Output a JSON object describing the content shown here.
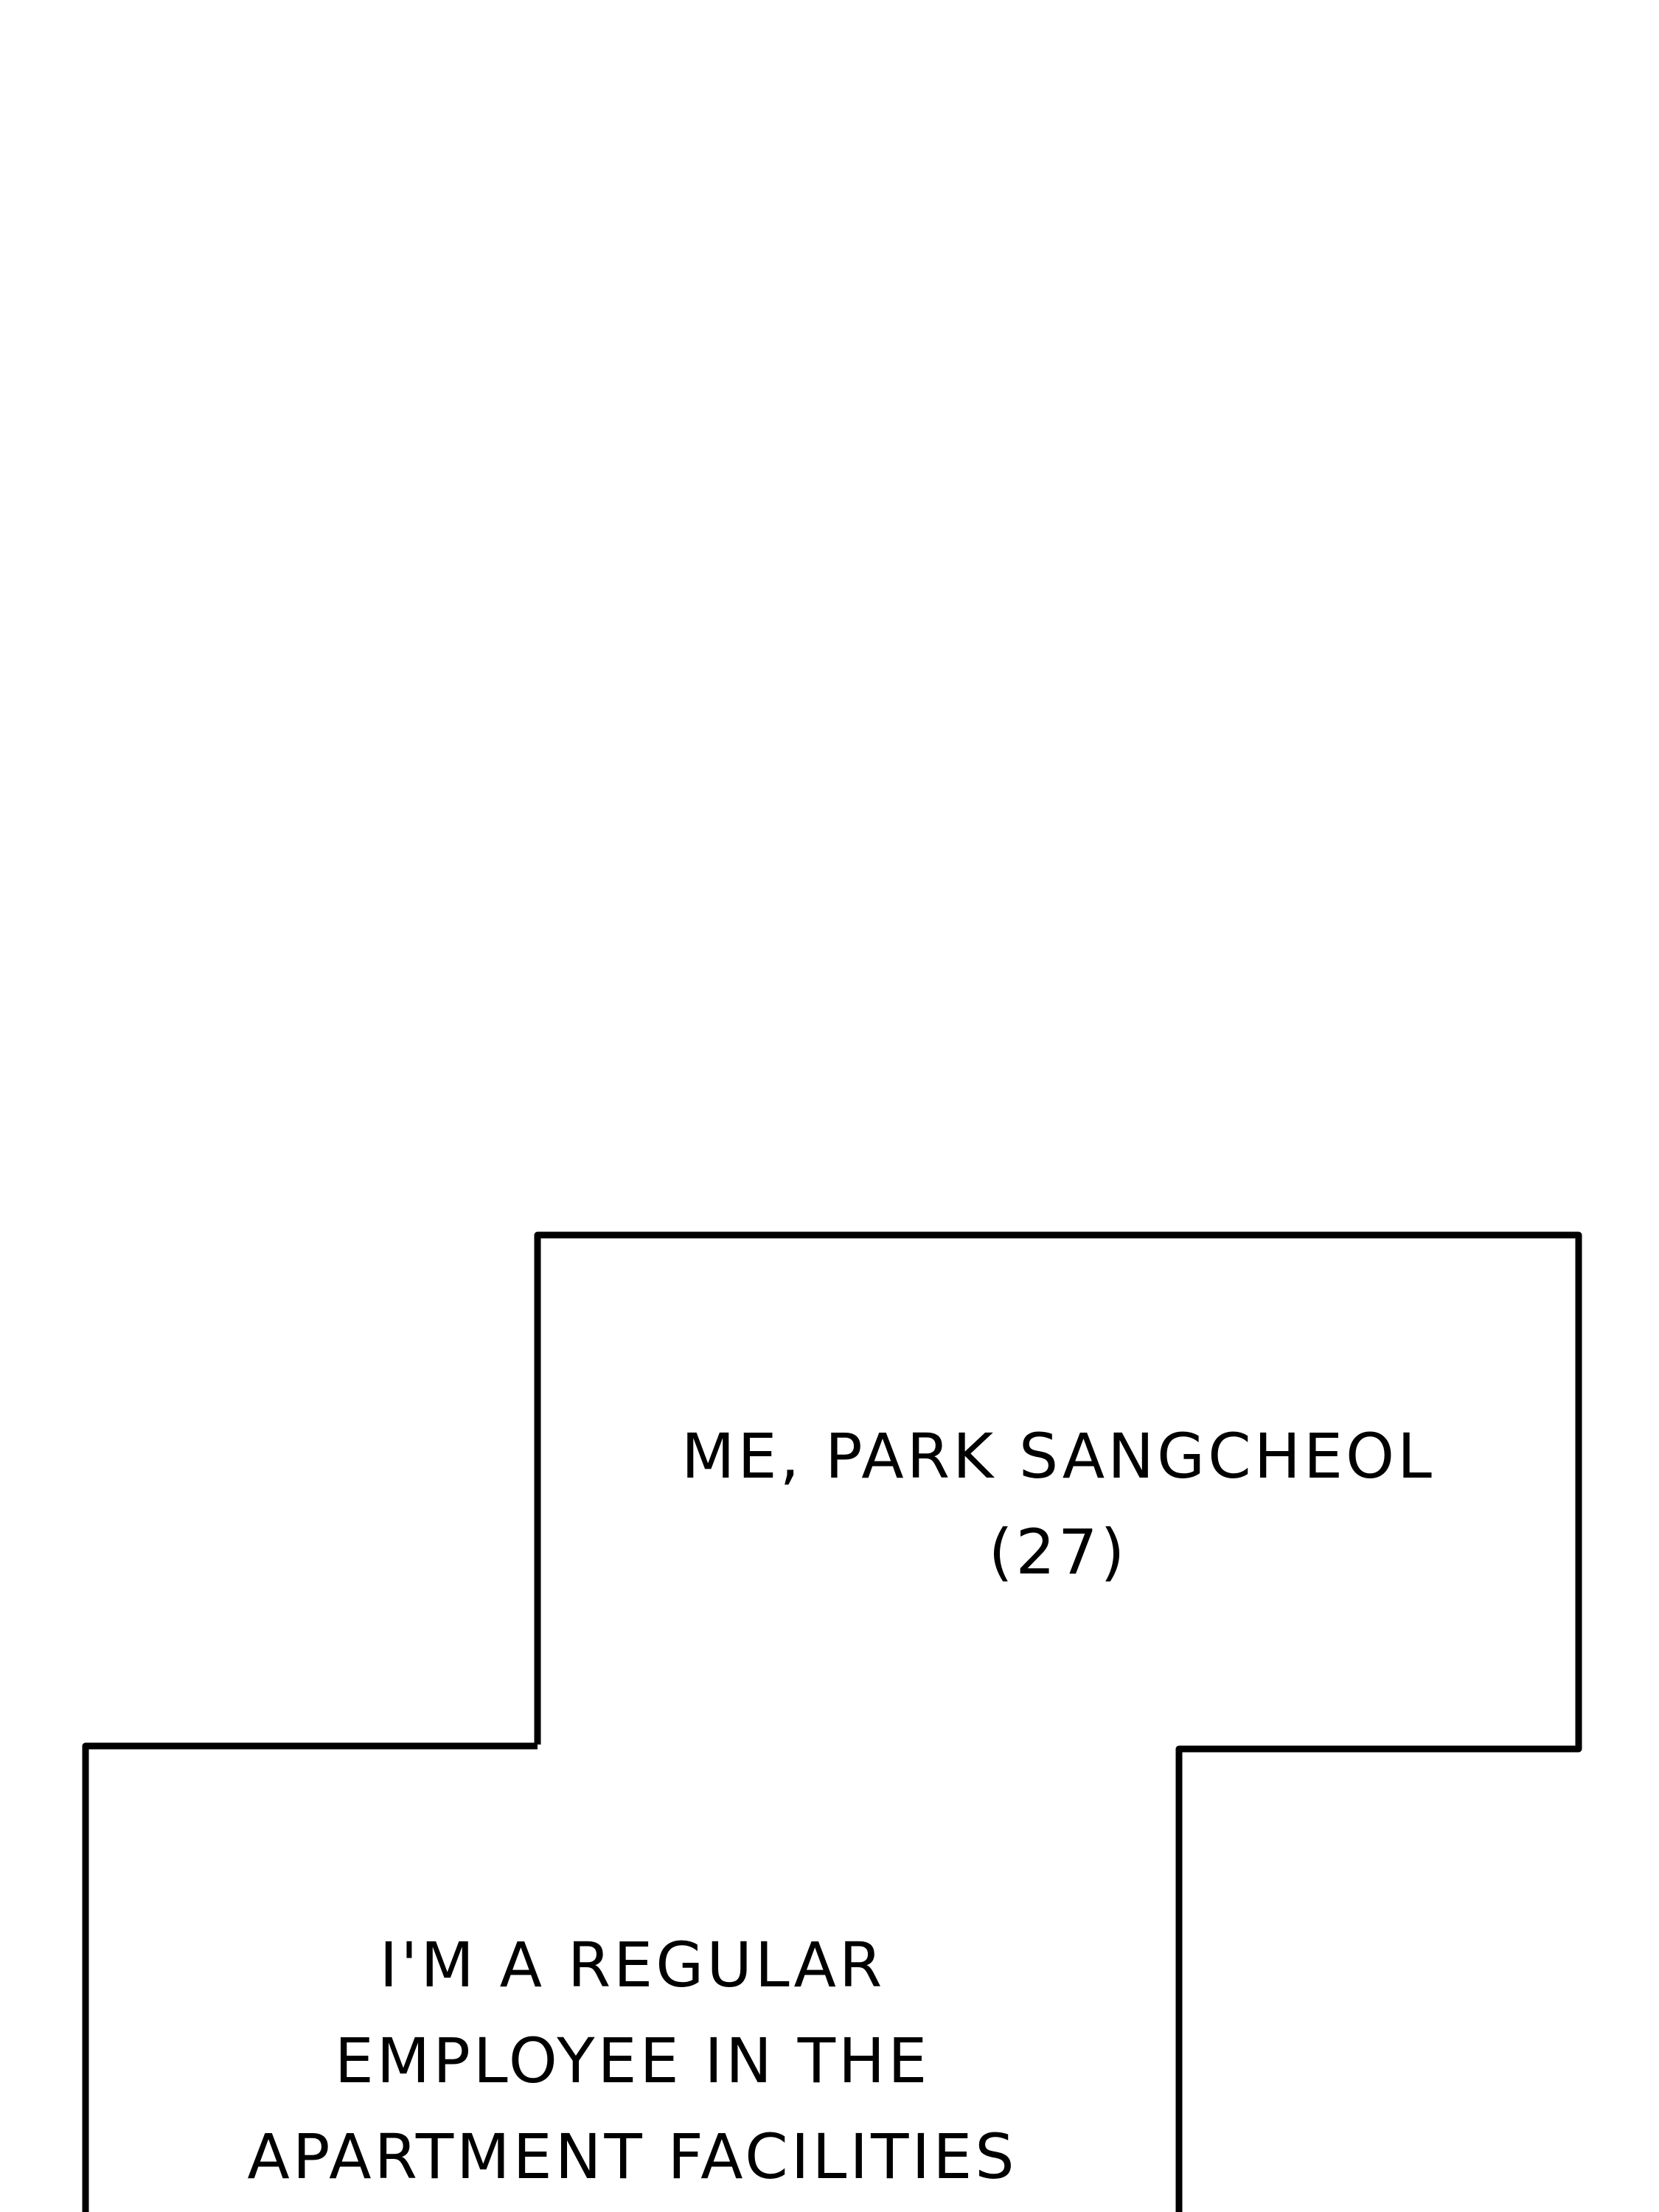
{
  "captions": {
    "first": {
      "lines": [
        "ME, PARK SANGCHEOL",
        "(27)"
      ]
    },
    "second": {
      "lines": [
        "I'M A REGULAR",
        "EMPLOYEE IN THE",
        "APARTMENT FACILITIES"
      ]
    }
  },
  "colors": {
    "background": "#ffffff",
    "stroke": "#000000"
  }
}
